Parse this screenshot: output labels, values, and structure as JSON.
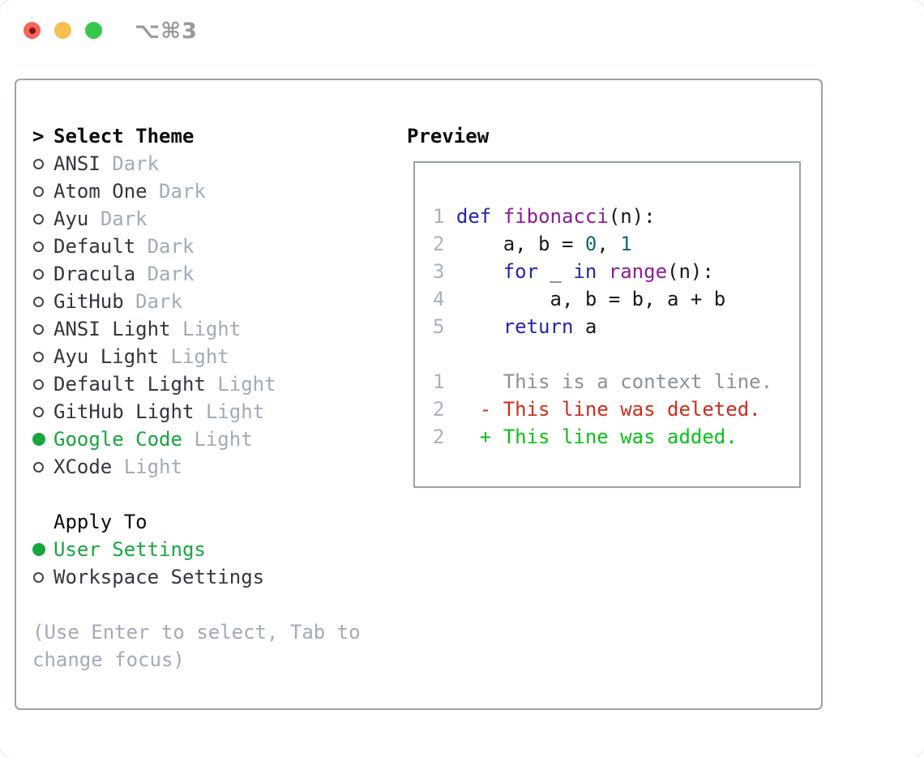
{
  "window": {
    "title": "⌥⌘3",
    "traffic_lights": [
      {
        "name": "close",
        "has_dot": true
      },
      {
        "name": "minimize",
        "has_dot": false
      },
      {
        "name": "zoom",
        "has_dot": false
      }
    ]
  },
  "theme_panel": {
    "prompt": ">",
    "title": "Select Theme",
    "themes": [
      {
        "name": "ANSI",
        "variant": "Dark",
        "selected": false
      },
      {
        "name": "Atom One",
        "variant": "Dark",
        "selected": false
      },
      {
        "name": "Ayu",
        "variant": "Dark",
        "selected": false
      },
      {
        "name": "Default",
        "variant": "Dark",
        "selected": false
      },
      {
        "name": "Dracula",
        "variant": "Dark",
        "selected": false
      },
      {
        "name": "GitHub",
        "variant": "Dark",
        "selected": false
      },
      {
        "name": "ANSI Light",
        "variant": "Light",
        "selected": false
      },
      {
        "name": "Ayu Light",
        "variant": "Light",
        "selected": false
      },
      {
        "name": "Default Light",
        "variant": "Light",
        "selected": false
      },
      {
        "name": "GitHub Light",
        "variant": "Light",
        "selected": false
      },
      {
        "name": "Google Code",
        "variant": "Light",
        "selected": true
      },
      {
        "name": "XCode",
        "variant": "Light",
        "selected": false
      }
    ],
    "apply_to": {
      "label": "Apply To",
      "options": [
        {
          "name": "User Settings",
          "selected": true
        },
        {
          "name": "Workspace Settings",
          "selected": false
        }
      ]
    },
    "hint": "(Use Enter to select, Tab to change focus)"
  },
  "preview": {
    "title": "Preview",
    "lines": [
      {
        "num": "1",
        "tokens": [
          {
            "t": "def",
            "c": "kw"
          },
          {
            "t": " ",
            "c": "pl"
          },
          {
            "t": "fibonacci",
            "c": "fn"
          },
          {
            "t": "(n):",
            "c": "pl"
          }
        ]
      },
      {
        "num": "2",
        "tokens": [
          {
            "t": "    a, b = ",
            "c": "pl"
          },
          {
            "t": "0",
            "c": "lit"
          },
          {
            "t": ", ",
            "c": "pl"
          },
          {
            "t": "1",
            "c": "lit"
          }
        ]
      },
      {
        "num": "3",
        "tokens": [
          {
            "t": "    ",
            "c": "pl"
          },
          {
            "t": "for",
            "c": "kw"
          },
          {
            "t": " _ ",
            "c": "pl"
          },
          {
            "t": "in",
            "c": "kw"
          },
          {
            "t": " ",
            "c": "pl"
          },
          {
            "t": "range",
            "c": "fn"
          },
          {
            "t": "(n):",
            "c": "pl"
          }
        ]
      },
      {
        "num": "4",
        "tokens": [
          {
            "t": "        a, b = b, a + b",
            "c": "pl"
          }
        ]
      },
      {
        "num": "5",
        "tokens": [
          {
            "t": "    ",
            "c": "pl"
          },
          {
            "t": "return",
            "c": "kw"
          },
          {
            "t": " a",
            "c": "pl"
          }
        ]
      },
      {
        "num": "",
        "tokens": []
      },
      {
        "num": "1",
        "tokens": [
          {
            "t": "    This is a context line.",
            "c": "ctx"
          }
        ]
      },
      {
        "num": "2",
        "tokens": [
          {
            "t": "  - This line was deleted.",
            "c": "del"
          }
        ]
      },
      {
        "num": "2",
        "tokens": [
          {
            "t": "  + This line was added.",
            "c": "add"
          }
        ]
      }
    ]
  },
  "colors": {
    "traffic_red": "#f4655b",
    "traffic_yellow": "#f6bf4f",
    "traffic_green": "#37c84b",
    "title_gray": "#98989d",
    "border_gray": "#9aa2ac",
    "text_black": "#0c0c0d",
    "text_dark": "#33373d",
    "muted_gray": "#a2abb8",
    "radio_ring": "#40464e",
    "sel_green": "#17a63e",
    "kw": "#2125b0",
    "fn": "#8e1b96",
    "lit": "#0c6b70",
    "pl": "#17181a",
    "line_num": "#a9b2c0",
    "ctx": "#8b919b",
    "del": "#cf2c1e",
    "add": "#07c118"
  }
}
